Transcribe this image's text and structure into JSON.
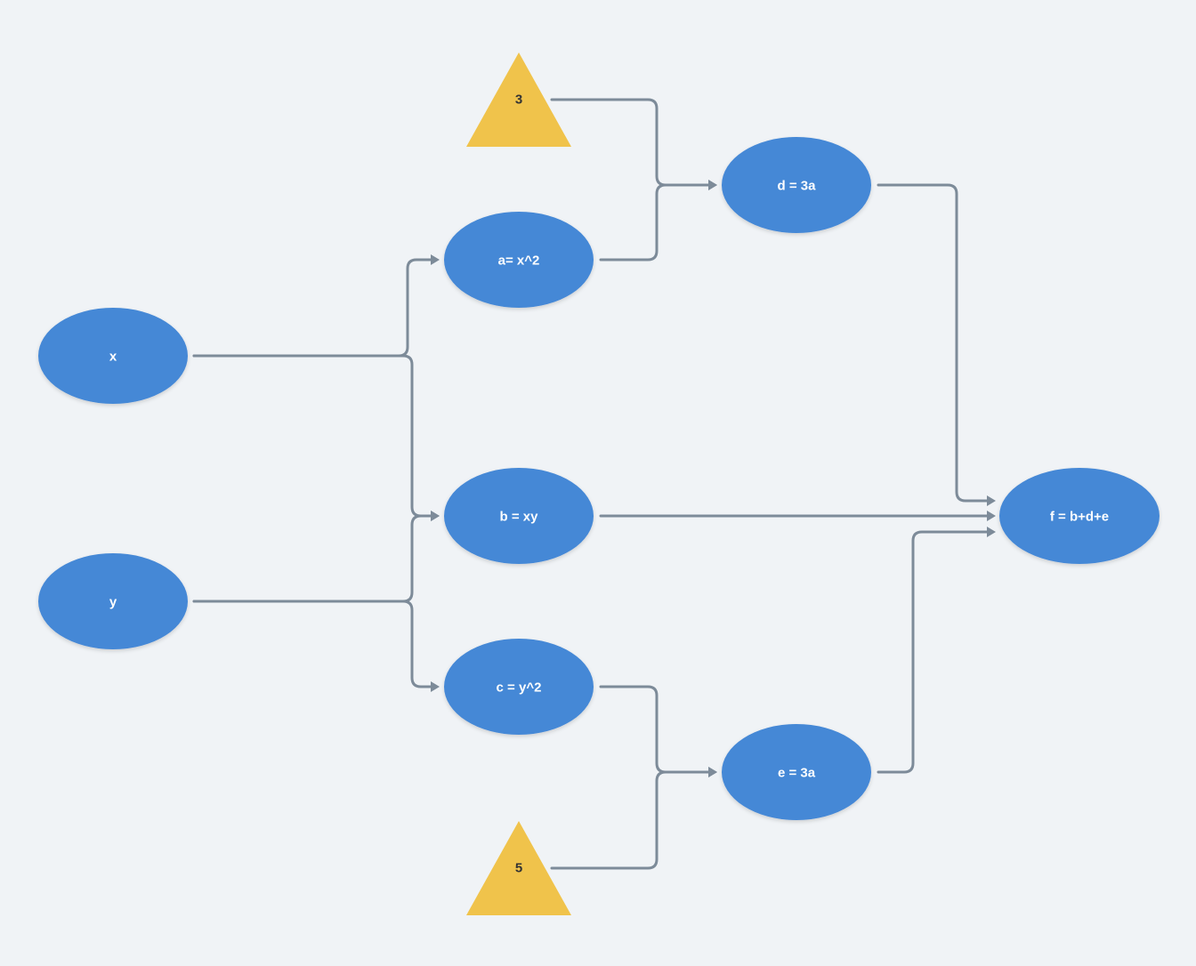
{
  "diagram": {
    "nodes": [
      {
        "id": "x",
        "label": "x",
        "shape": "ellipse"
      },
      {
        "id": "y",
        "label": "y",
        "shape": "ellipse"
      },
      {
        "id": "a",
        "label": "a= x^2",
        "shape": "ellipse"
      },
      {
        "id": "b",
        "label": "b = xy",
        "shape": "ellipse"
      },
      {
        "id": "c",
        "label": "c = y^2",
        "shape": "ellipse"
      },
      {
        "id": "const3",
        "label": "3",
        "shape": "triangle"
      },
      {
        "id": "const5",
        "label": "5",
        "shape": "triangle"
      },
      {
        "id": "d",
        "label": "d = 3a",
        "shape": "ellipse"
      },
      {
        "id": "e",
        "label": "e = 3a",
        "shape": "ellipse"
      },
      {
        "id": "f",
        "label": "f = b+d+e",
        "shape": "ellipse"
      }
    ],
    "edges": [
      {
        "from": "x",
        "to": "a"
      },
      {
        "from": "x",
        "to": "b"
      },
      {
        "from": "y",
        "to": "b"
      },
      {
        "from": "y",
        "to": "c"
      },
      {
        "from": "const3",
        "to": "d"
      },
      {
        "from": "a",
        "to": "d"
      },
      {
        "from": "c",
        "to": "e"
      },
      {
        "from": "const5",
        "to": "e"
      },
      {
        "from": "d",
        "to": "f"
      },
      {
        "from": "b",
        "to": "f"
      },
      {
        "from": "e",
        "to": "f"
      }
    ],
    "colors": {
      "background": "#f0f3f6",
      "node_fill": "#4588d6",
      "constant_fill": "#f0c34b",
      "edge": "#7d8b99",
      "node_text": "#ffffff",
      "constant_text": "#333333"
    }
  }
}
